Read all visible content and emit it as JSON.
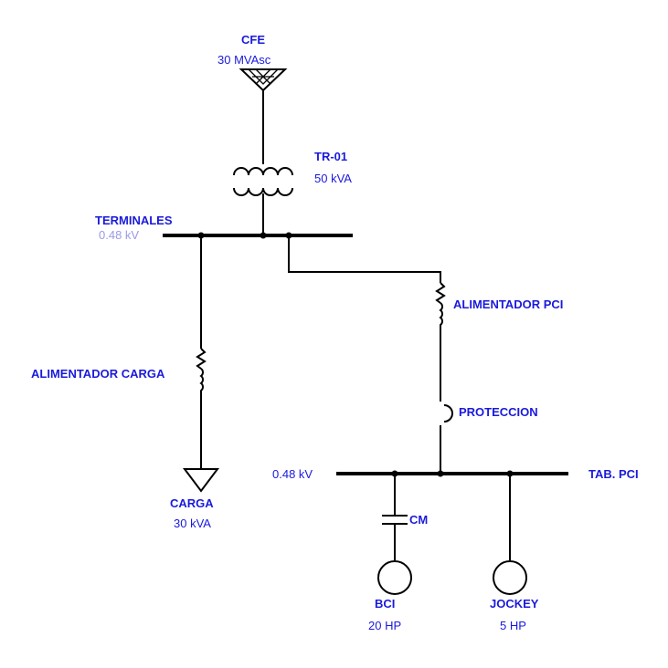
{
  "colors": {
    "label_blue": "#1a1adc",
    "label_faded": "#9a9ae6",
    "line": "#000000"
  },
  "source": {
    "name": "CFE",
    "rating": "30 MVAsc"
  },
  "transformer": {
    "name": "TR-01",
    "rating": "50 kVA"
  },
  "main_bus": {
    "name": "TERMINALES",
    "voltage": "0.48 kV"
  },
  "feeder_load": {
    "name": "ALIMENTADOR CARGA"
  },
  "load": {
    "name": "CARGA",
    "rating": "30 kVA"
  },
  "feeder_pci": {
    "name": "ALIMENTADOR PCI"
  },
  "protection": {
    "name": "PROTECCION"
  },
  "pci_bus": {
    "name": "TAB. PCI",
    "voltage": "0.48 kV"
  },
  "capacitor": {
    "name": "CM"
  },
  "motor_bci": {
    "name": "BCI",
    "rating": "20 HP"
  },
  "motor_jockey": {
    "name": "JOCKEY",
    "rating": "5 HP"
  }
}
